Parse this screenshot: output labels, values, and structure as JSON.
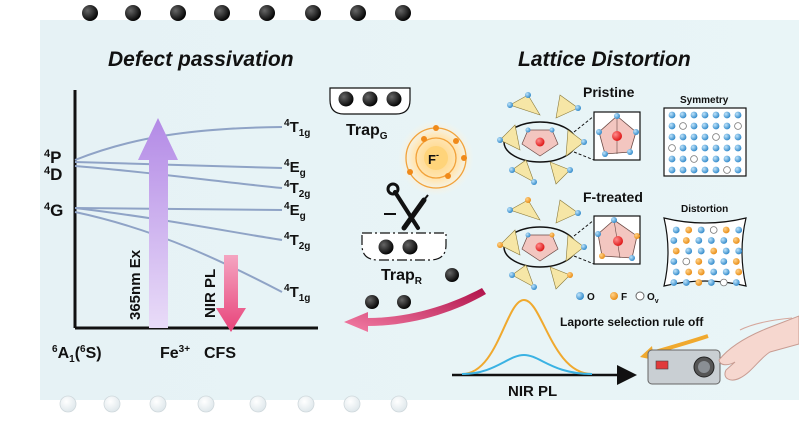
{
  "left_panel": {
    "title": "Defect passivation",
    "levels": {
      "top_left": [
        "4P",
        "4D",
        "4G"
      ],
      "right": [
        "4T1g",
        "4Eg",
        "4T2g",
        "4Eg",
        "4T2g",
        "4T1g"
      ],
      "ground": "6A1(6S)"
    },
    "arrows": {
      "excitation": "365nm Ex",
      "emission": "NIR PL"
    },
    "axis": {
      "ion": "Fe3+",
      "field": "CFS"
    },
    "traps": {
      "green": "TrapG",
      "red": "TrapR"
    },
    "ion_label": "F-"
  },
  "right_panel": {
    "title": "Lattice Distortion",
    "pristine_label": "Pristine",
    "symmetry_label": "Symmetry",
    "ftreated_label": "F-treated",
    "distortion_label": "Distortion",
    "legend": [
      "O",
      "F",
      "Ov"
    ],
    "rule_text": "Laporte selection rule off",
    "spectrum_axis": "NIR PL"
  },
  "colors": {
    "background": "#e9f4f6",
    "curve": "#8fa3c6",
    "excitation_arrow": "#c6a5ec",
    "emission_arrow": "#e8437a",
    "spectrum_orange": "#f0a92e",
    "spectrum_blue": "#3ab2e3",
    "o_atom": "#4aa3dc",
    "f_atom": "#f39c1f"
  }
}
